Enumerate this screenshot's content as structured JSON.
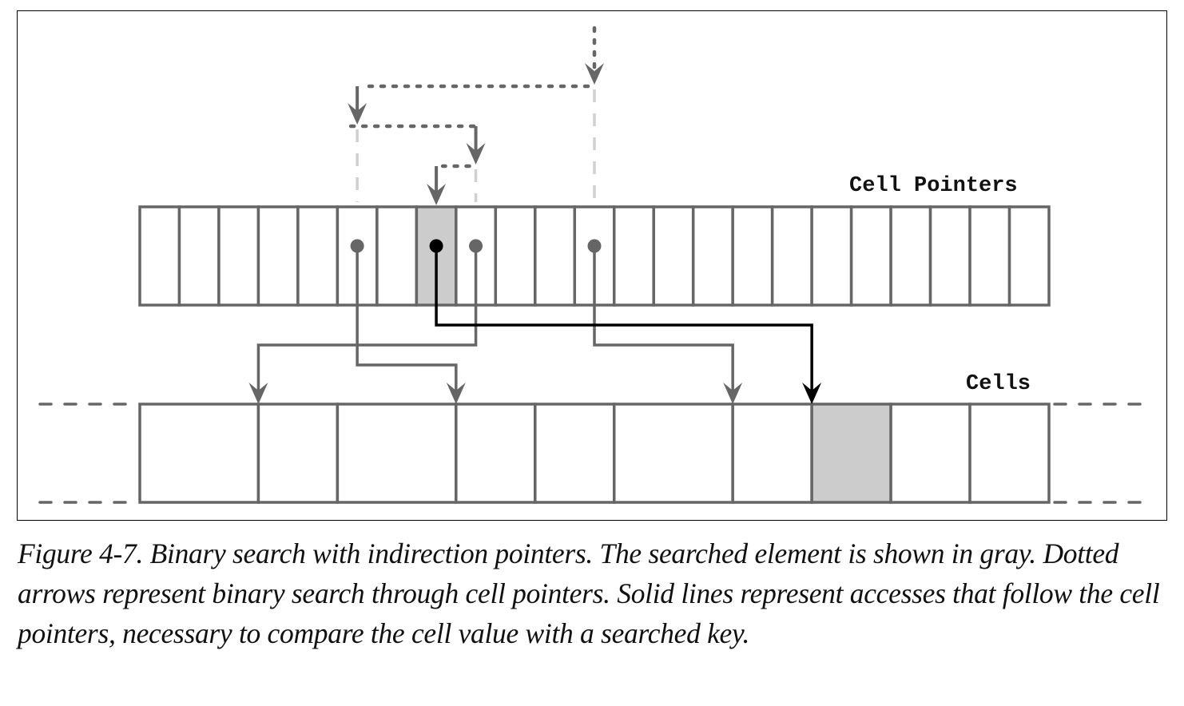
{
  "figure": {
    "labels": {
      "cell_pointers": "Cell Pointers",
      "cells": "Cells"
    },
    "caption": "Figure 4-7. Binary search with indirection pointers. The searched element is shown in gray. Dotted arrows represent binary search through cell pointers. Solid lines represent accesses that follow the cell pointers, necessary to compare the cell value with a searched key."
  },
  "diagram": {
    "colors": {
      "stroke": "#666666",
      "highlight_fill": "#cccccc",
      "guide": "#d0d0d0",
      "active": "#000000"
    },
    "cell_pointers": {
      "count": 23,
      "highlighted_index": 7,
      "probed_indices": [
        5,
        7,
        8,
        11
      ]
    },
    "cells": {
      "relative_widths": [
        3,
        2,
        3,
        2,
        2,
        3,
        2,
        2,
        2,
        2
      ],
      "highlighted_index": 7
    },
    "search_steps": [
      {
        "step": 1,
        "pointer_index": 11,
        "target_cell": 6
      },
      {
        "step": 2,
        "pointer_index": 5,
        "target_cell": 3
      },
      {
        "step": 3,
        "pointer_index": 8,
        "target_cell": 1
      },
      {
        "step": 4,
        "pointer_index": 7,
        "target_cell": 7,
        "found": true
      }
    ]
  }
}
